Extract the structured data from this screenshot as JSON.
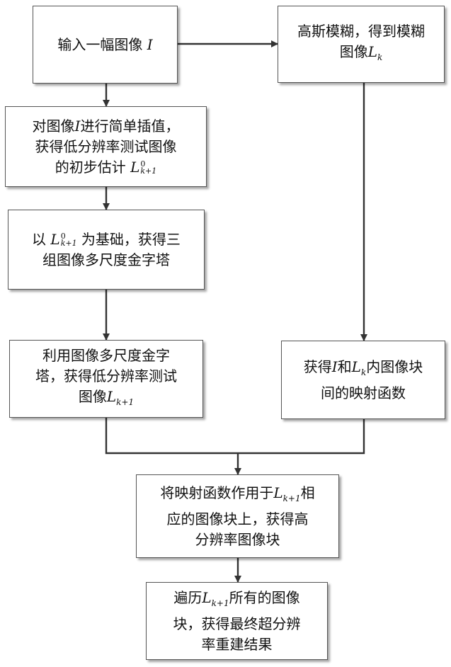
{
  "nodes": {
    "input": {
      "pre": "输入一幅图像 ",
      "var": "I"
    },
    "blur": {
      "pre": "高斯模糊，得到模糊图像",
      "var": "L",
      "sub": "k"
    },
    "interp": {
      "line1_pre": "对图像",
      "line1_var": "I",
      "line1_post": "进行简单插值，",
      "line2": "获得低分辨率测试图像",
      "line3_pre": "的初步估计 ",
      "var": "L",
      "sup": "0",
      "sub": "k+1"
    },
    "pyramid": {
      "pre": "以 ",
      "var": "L",
      "sup": "0",
      "sub": "k+1",
      "post": " 为基础，获得三",
      "line2": "组图像多尺度金字塔"
    },
    "lowres": {
      "line1": "利用图像多尺度金字",
      "line2": "塔，获得低分辨率测试",
      "line3_pre": "图像",
      "var": "L",
      "sub": "k+1"
    },
    "mapping": {
      "pre": "获得",
      "var1": "I",
      "mid": "和",
      "var2": "L",
      "sub2": "k",
      "post": "内图像块",
      "line2": "间的映射函数"
    },
    "apply": {
      "pre": "将映射函数作用于",
      "var": "L",
      "sub": "k+1",
      "post": "相",
      "line2": "应的图像块上，获得高",
      "line3": "分辨率图像块"
    },
    "final": {
      "pre": "遍历",
      "var": "L",
      "sub": "k+1",
      "post": "所有的图像",
      "line2": "块，获得最终超分辨",
      "line3": "率重建结果"
    }
  }
}
